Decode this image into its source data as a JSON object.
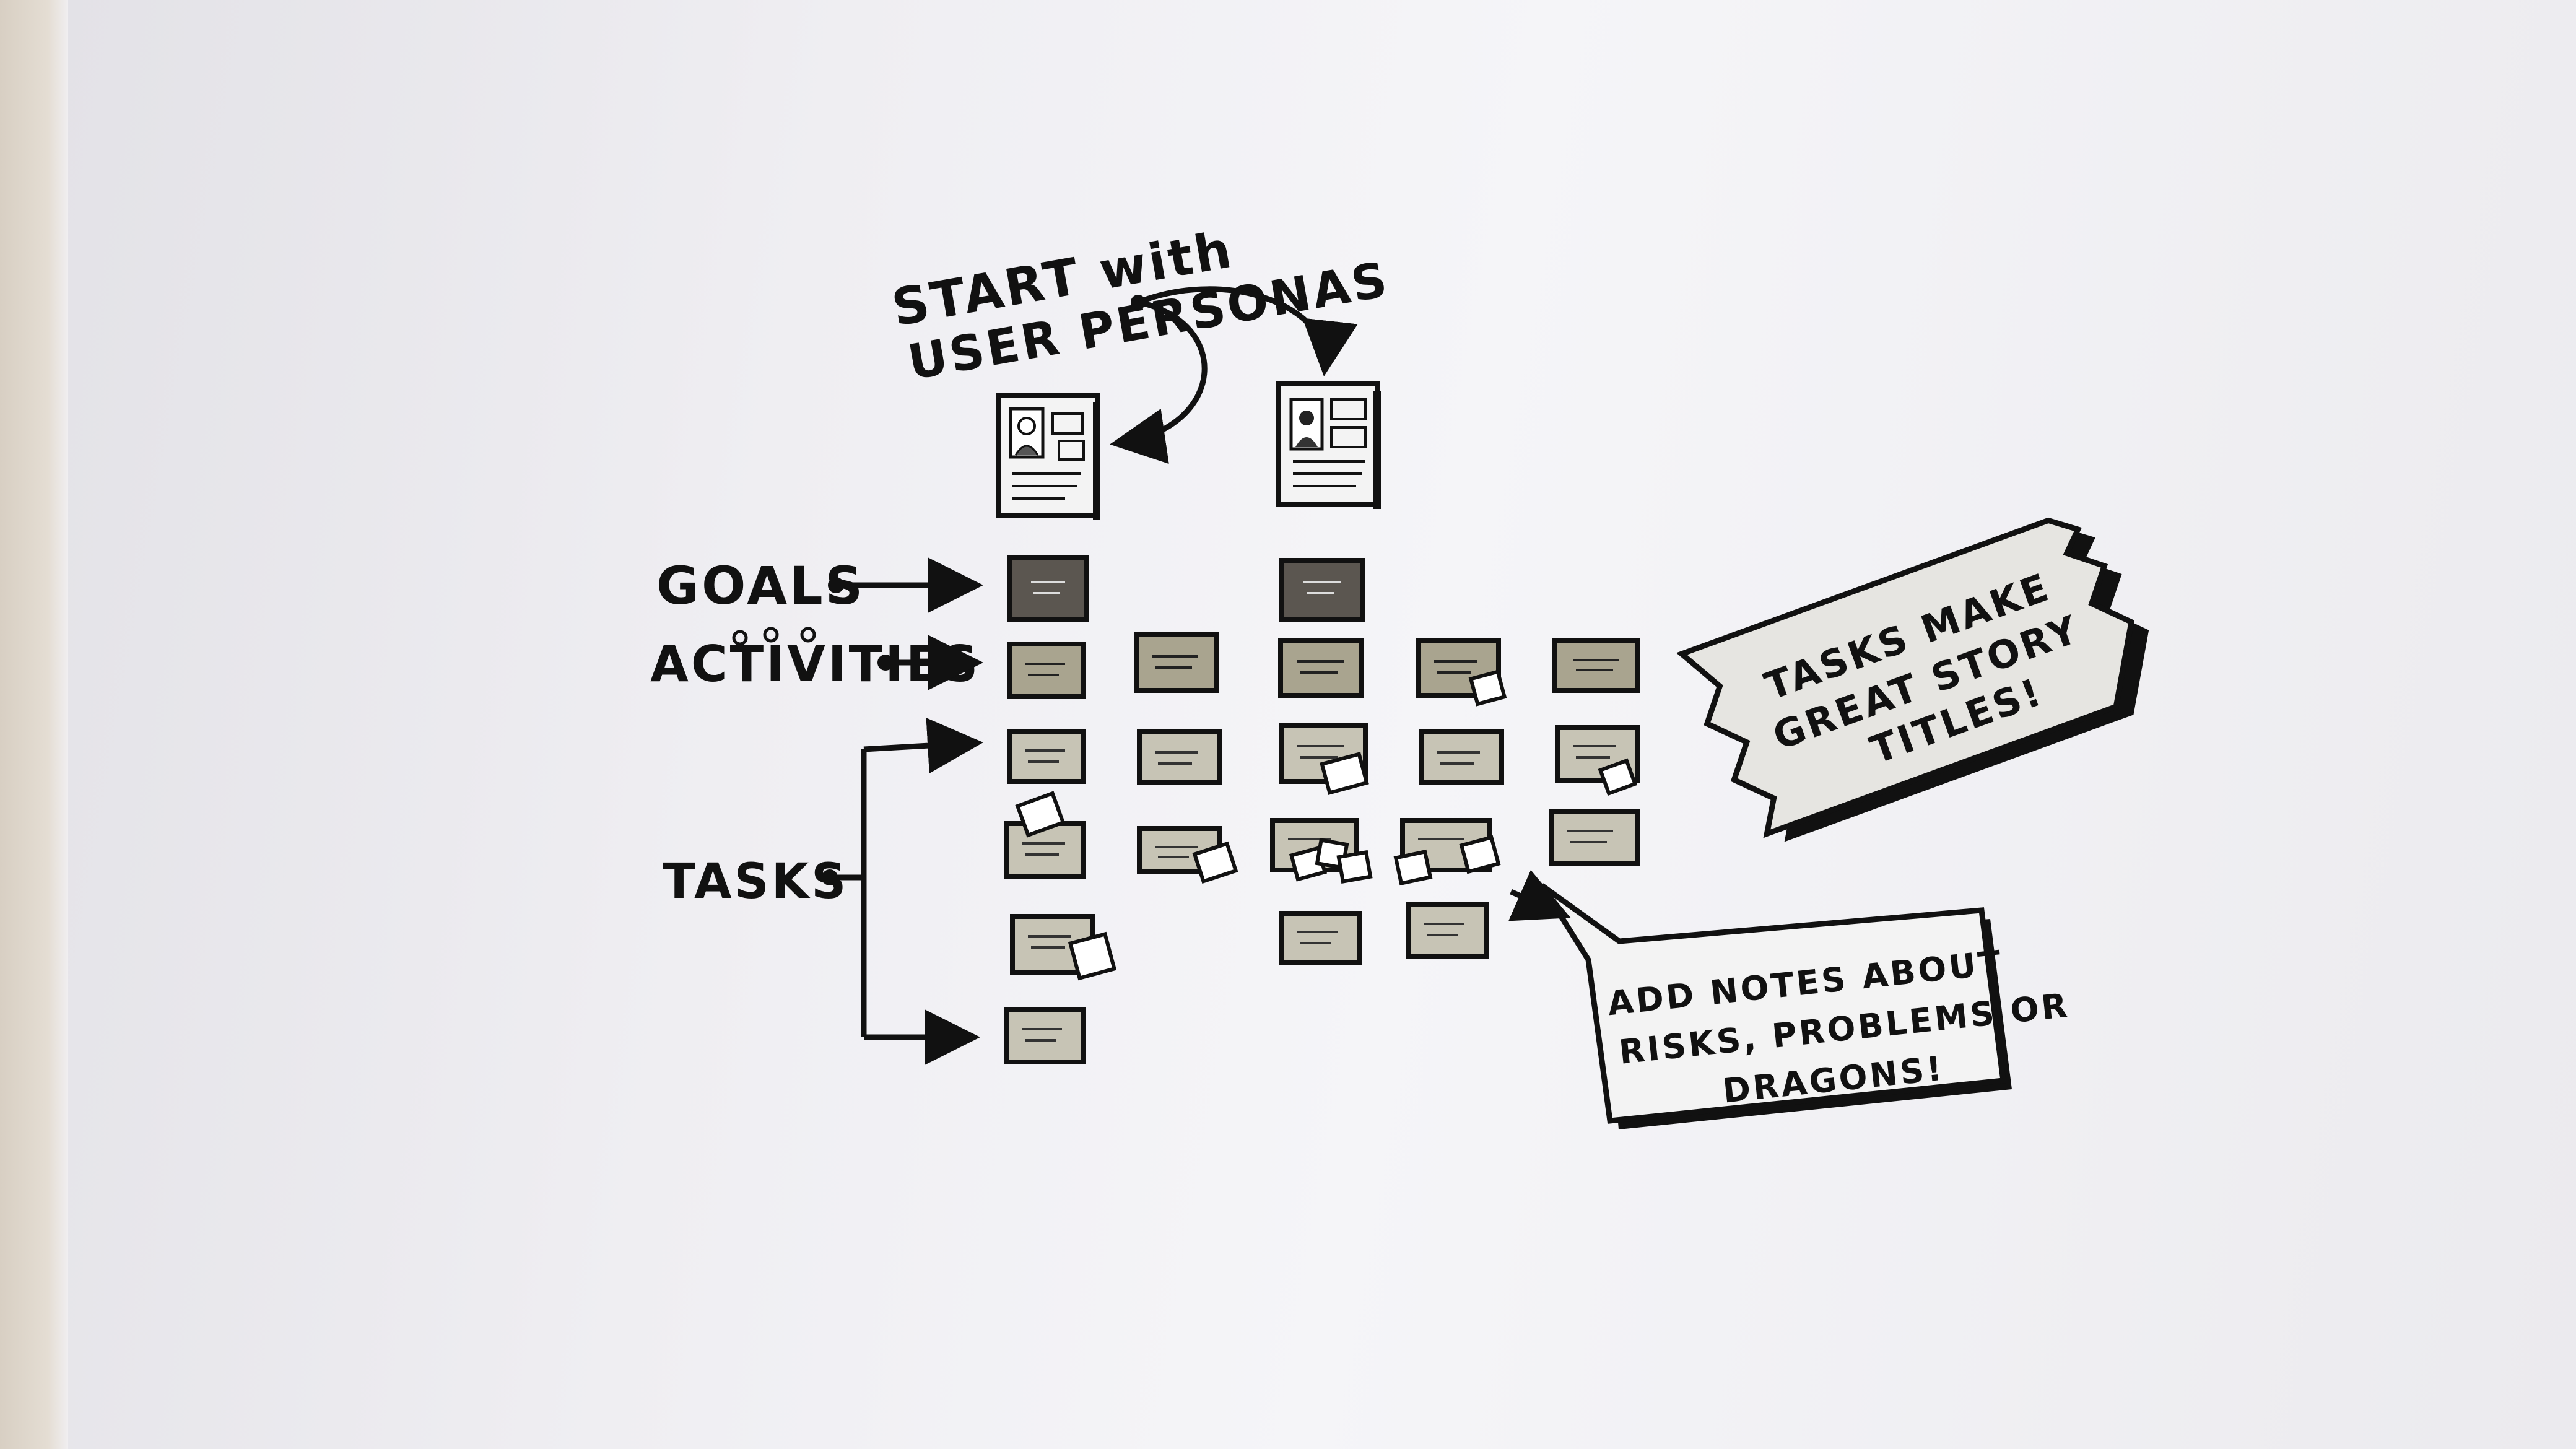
{
  "labels": {
    "start": "START with",
    "personas": "USER PERSONAS",
    "goals": "GOALS",
    "activities": "ACTIVITIES",
    "tasks": "TASKS",
    "banner_line1": "TASKS MAKE",
    "banner_line2": "GREAT STORY",
    "banner_line3": "TITLES!",
    "note_line1": "ADD NOTES ABOUT",
    "note_line2": "RISKS, PROBLEMS OR",
    "note_line3": "DRAGONS!"
  },
  "colors": {
    "ink": "#111111",
    "goal_card": "#5b5650",
    "activity_card": "#a9a48f",
    "task_card": "#c7c4b5",
    "sticky_note": "#ffffff",
    "banner": "#e6e5e1"
  }
}
